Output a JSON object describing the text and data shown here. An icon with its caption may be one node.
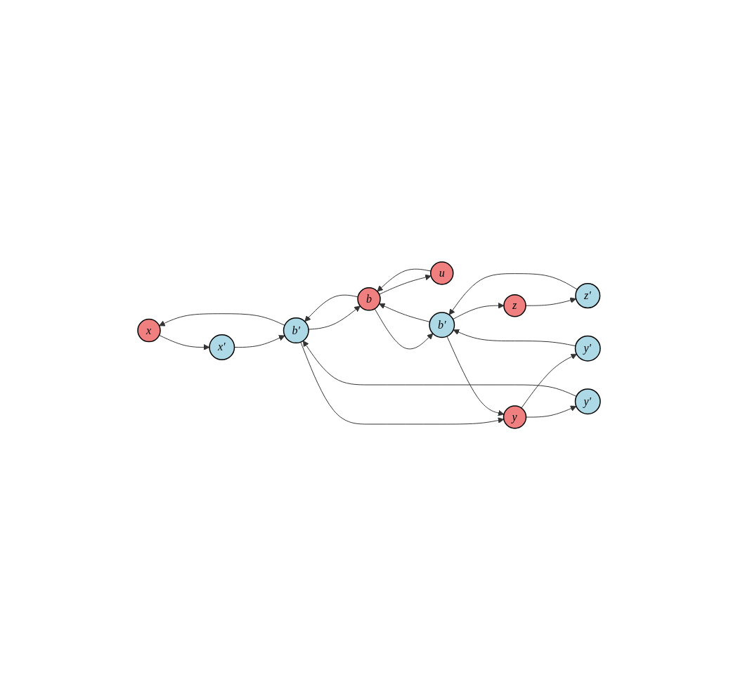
{
  "diagram": {
    "nodes": [
      {
        "text": [
          "x"
        ]
      },
      {
        "text": [
          "x′"
        ]
      },
      {
        "text": [
          "b′"
        ]
      },
      {
        "text": [
          "y′"
        ]
      },
      {
        "text": [
          "u"
        ]
      },
      {
        "text": [
          "b"
        ]
      },
      {
        "text": [
          "y"
        ]
      },
      {
        "text": [
          "b′"
        ]
      },
      {
        "text": [
          "y′"
        ]
      },
      {
        "text": [
          "z′"
        ]
      },
      {
        "text": [
          "z"
        ]
      }
    ],
    "edges": [
      {
        "from": 5,
        "to": 4,
        "arrow": "to"
      },
      {
        "from": 4,
        "to": 5,
        "arrow": "to"
      },
      {
        "from": 5,
        "to": 2,
        "arrow": "to"
      },
      {
        "from": 2,
        "to": 5,
        "arrow": "to"
      },
      {
        "from": 5,
        "to": 7,
        "arrow": "to"
      },
      {
        "from": 7,
        "to": 5,
        "arrow": "to"
      },
      {
        "from": 2,
        "to": 0,
        "arrow": "to"
      },
      {
        "from": 0,
        "to": 1,
        "arrow": "to"
      },
      {
        "from": 1,
        "to": 2,
        "arrow": "to"
      },
      {
        "from": 3,
        "to": 2,
        "arrow": "to"
      },
      {
        "from": 2,
        "to": 6,
        "arrow": "to"
      },
      {
        "from": 6,
        "to": 3,
        "arrow": "to"
      },
      {
        "from": 6,
        "to": 8,
        "arrow": "to"
      },
      {
        "from": 8,
        "to": 7,
        "arrow": "to"
      },
      {
        "from": 7,
        "to": 6,
        "arrow": "to"
      },
      {
        "from": 7,
        "to": 10,
        "arrow": "to"
      },
      {
        "from": 10,
        "to": 9,
        "arrow": "to"
      },
      {
        "from": 9,
        "to": 7,
        "arrow": "to"
      }
    ]
  }
}
